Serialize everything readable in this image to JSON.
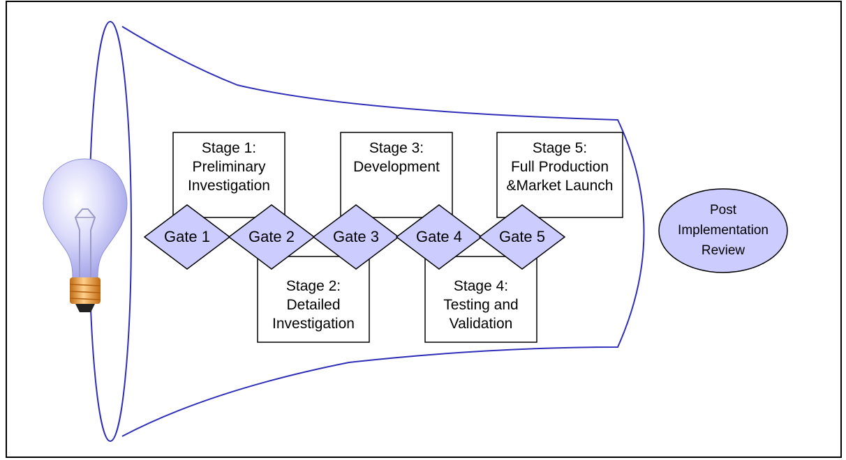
{
  "stages": [
    {
      "lines": [
        "Stage 1:",
        "Preliminary",
        "Investigation"
      ]
    },
    {
      "lines": [
        "Stage 2:",
        "Detailed",
        "Investigation"
      ]
    },
    {
      "lines": [
        "Stage 3:",
        "Development"
      ]
    },
    {
      "lines": [
        "Stage 4:",
        "Testing and",
        "Validation"
      ]
    },
    {
      "lines": [
        "Stage 5:",
        "Full Production",
        "&Market Launch"
      ]
    }
  ],
  "gates": [
    "Gate 1",
    "Gate 2",
    "Gate 3",
    "Gate 4",
    "Gate 5"
  ],
  "review": {
    "lines": [
      "Post",
      "Implementation",
      "Review"
    ]
  },
  "colors": {
    "funnel_outline": "#2e2eb8",
    "gate_fill": "#ccccff",
    "review_fill": "#ccccff",
    "bulb_glass": "#c8c8f4",
    "bulb_base": "#f0a040"
  },
  "icons": [
    "light-bulb-icon"
  ]
}
